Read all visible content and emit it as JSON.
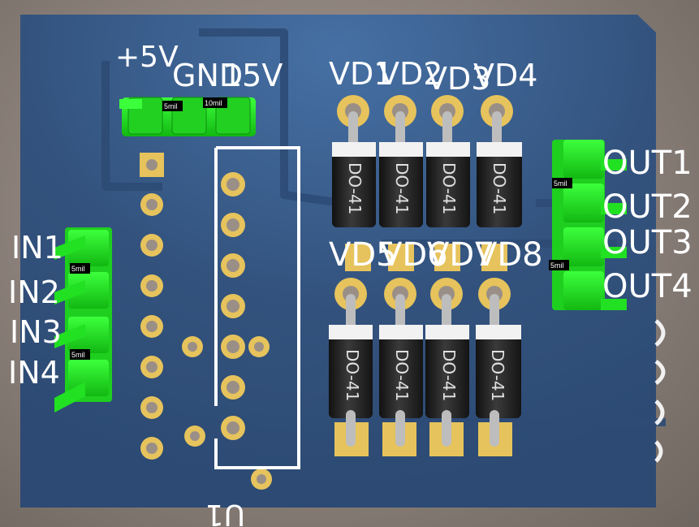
{
  "board": {
    "colors": {
      "board": "#33537e",
      "pad": "#e6c35c",
      "hole": "#9a8f86",
      "header": "#1fe01f",
      "diode_body": "#2b2b2b",
      "silkscreen": "#ffffff",
      "lead": "#bdbdbd"
    },
    "top_header": {
      "labels": [
        "+5V",
        "GND",
        "15V"
      ],
      "clearance_labels": [
        "5mil",
        "10mil"
      ]
    },
    "diode_labels_top": [
      "VD1",
      "VD2",
      "VD3",
      "VD4"
    ],
    "diode_labels_bottom": [
      "VD5",
      "VD6",
      "VD7",
      "VD8"
    ],
    "diode_package": "DO-41",
    "input_labels": [
      "IN1",
      "IN2",
      "IN3",
      "IN4"
    ],
    "input_clearance_labels": [
      "5mil",
      "5mil"
    ],
    "output_labels": [
      "OUT1",
      "OUT2",
      "OUT3",
      "OUT4"
    ],
    "output_clearance_labels": [
      "5mil",
      "5mil"
    ],
    "chip_label": "U1"
  }
}
